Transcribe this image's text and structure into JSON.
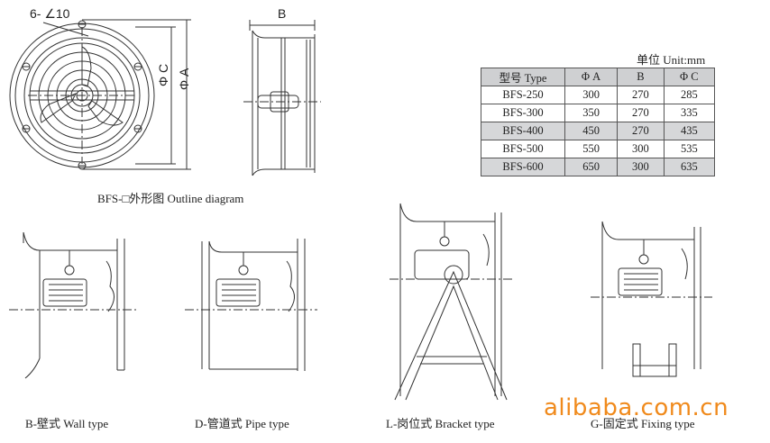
{
  "top": {
    "bolt_label": "6- ∠10",
    "dim_b": "B",
    "dim_c": "Φ C",
    "dim_a": "Φ A",
    "outline_caption": "BFS-□外形图  Outline diagram"
  },
  "spec_table": {
    "unit": "单位 Unit:mm",
    "headers": [
      "型号 Type",
      "Φ A",
      "B",
      "Φ C"
    ],
    "rows": [
      [
        "BFS-250",
        "300",
        "270",
        "285"
      ],
      [
        "BFS-300",
        "350",
        "270",
        "335"
      ],
      [
        "BFS-400",
        "450",
        "270",
        "435"
      ],
      [
        "BFS-500",
        "550",
        "300",
        "535"
      ],
      [
        "BFS-600",
        "650",
        "300",
        "635"
      ]
    ]
  },
  "types": {
    "wall": "B-壁式  Wall  type",
    "pipe": "D-管道式  Pipe  type",
    "bracket": "L-岗位式  Bracket  type",
    "fixing": "G-固定式  Fixing  type"
  },
  "watermark": "alibaba.com.cn",
  "colors": {
    "line": "#333333",
    "watermark": "#f08a1c",
    "table_shade": "#d6d7d9"
  }
}
